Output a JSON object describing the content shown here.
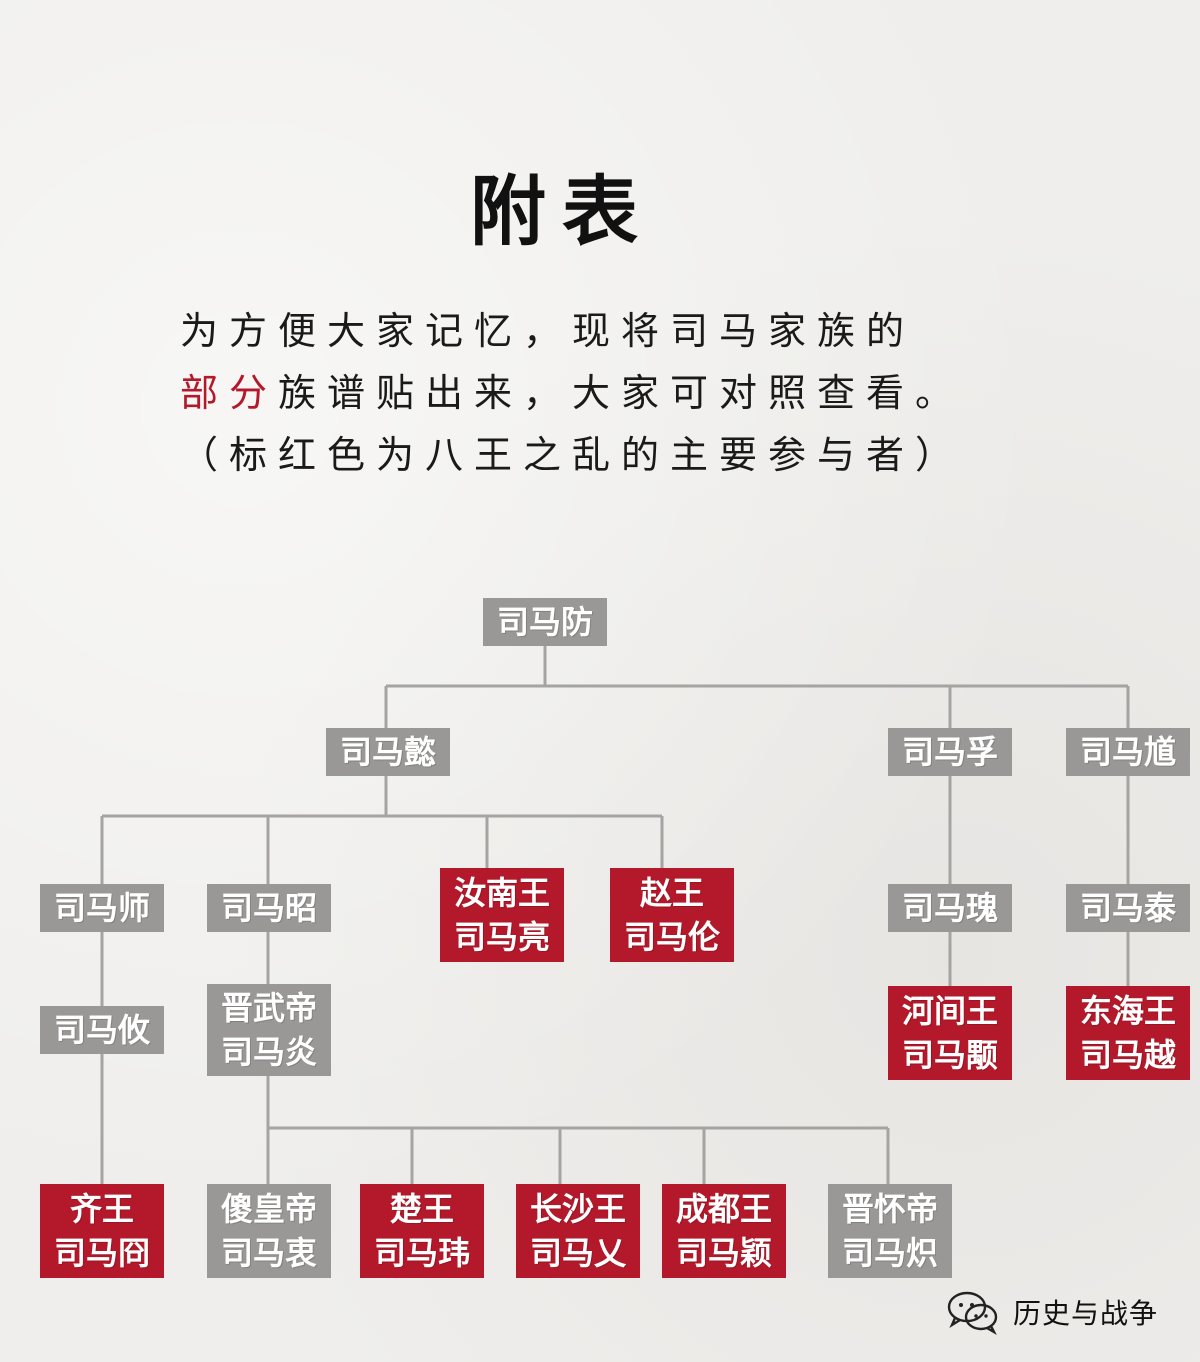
{
  "title": "附表",
  "intro": {
    "line1": "为方便大家记忆，现将司马家族的",
    "line2_highlight": "部分",
    "line2_rest": "族谱贴出来，大家可对照查看。",
    "line3": "（标红色为八王之乱的主要参与者）"
  },
  "tree": {
    "fang": "司马防",
    "yi": "司马懿",
    "fu": "司马孚",
    "kui": "司马馗",
    "shi": "司马师",
    "zhao": "司马昭",
    "liang": [
      "汝南王",
      "司马亮"
    ],
    "lun": [
      "赵王",
      "司马伦"
    ],
    "gui": "司马瑰",
    "tai": "司马泰",
    "you": "司马攸",
    "yan": [
      "晋武帝",
      "司马炎"
    ],
    "yong": [
      "河间王",
      "司马颙"
    ],
    "yue": [
      "东海王",
      "司马越"
    ],
    "jiong": [
      "齐王",
      "司马冏"
    ],
    "zhong": [
      "傻皇帝",
      "司马衷"
    ],
    "wei": [
      "楚王",
      "司马玮"
    ],
    "ai": [
      "长沙王",
      "司马乂"
    ],
    "ying": [
      "成都王",
      "司马颖"
    ],
    "chi": [
      "晋怀帝",
      "司马炽"
    ]
  },
  "watermark": {
    "text": "历史与战争",
    "icon": "wechat-icon"
  },
  "colors": {
    "gray_node": "#999897",
    "red_node": "#b3192a",
    "line": "#a5a4a2"
  }
}
